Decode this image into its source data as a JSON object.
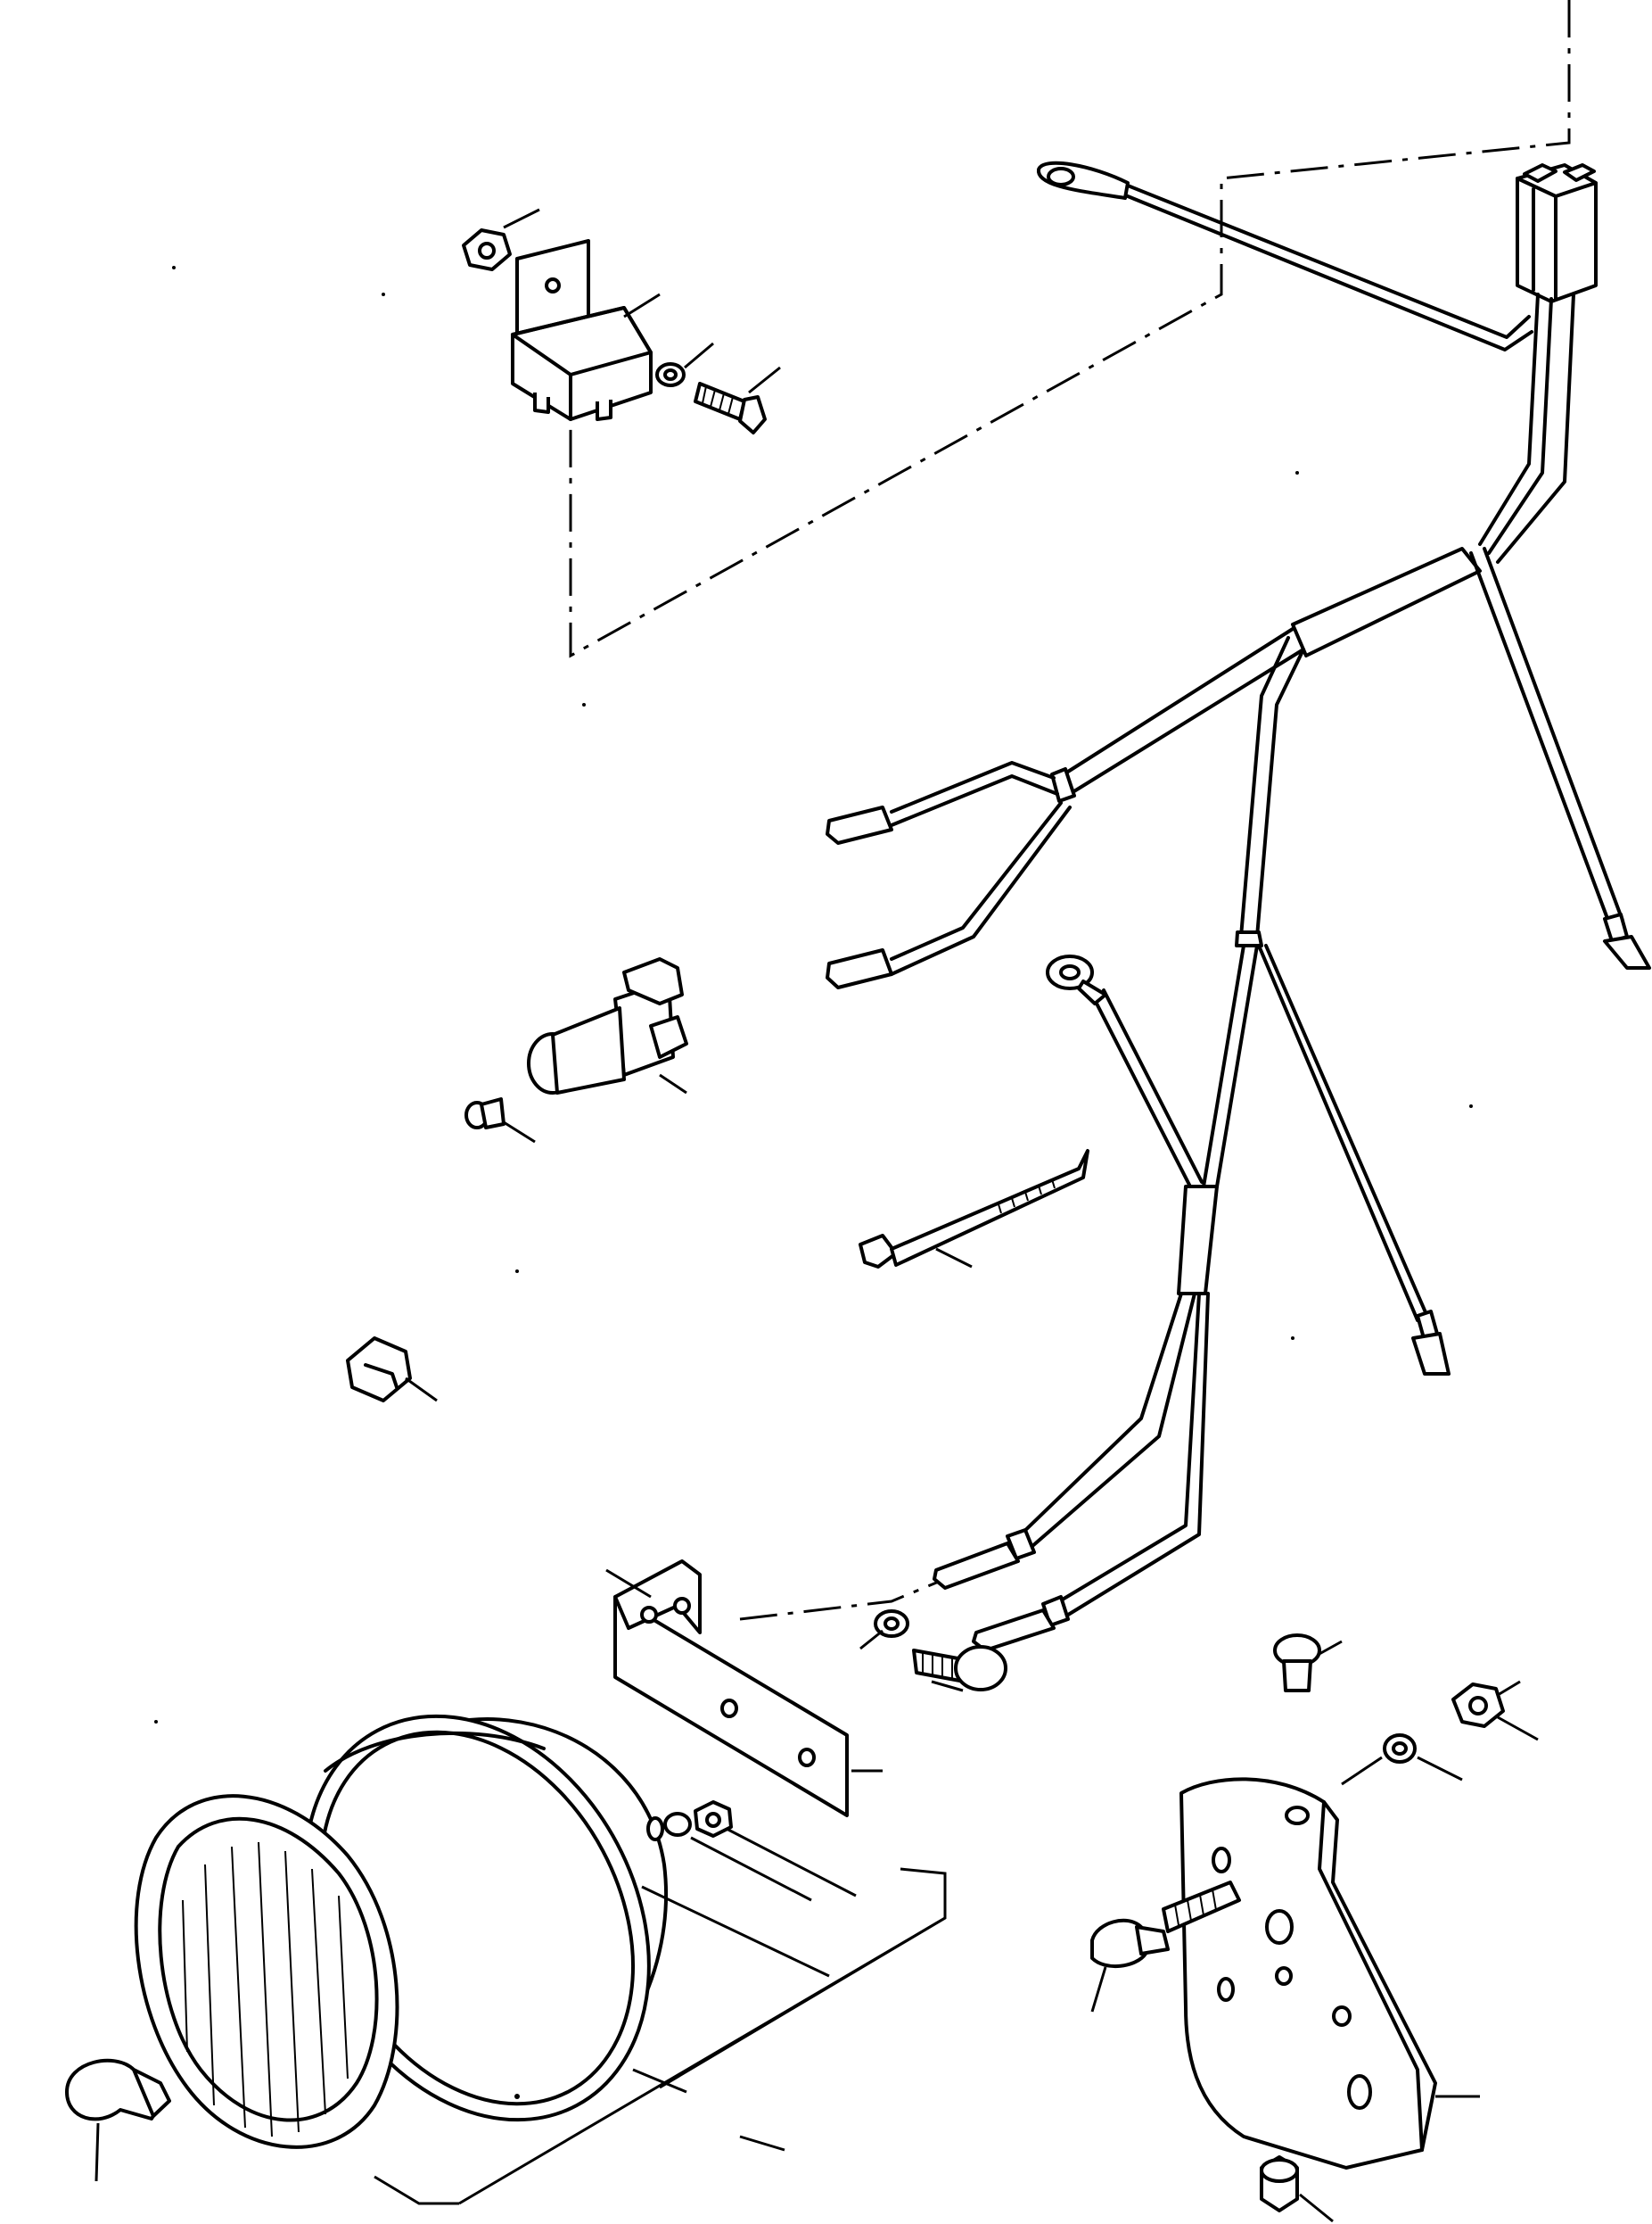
{
  "diagram": {
    "kind": "exploded-parts-view",
    "printed_text": [],
    "colors": {
      "ink": "#000000",
      "paper": "#ffffff"
    },
    "parts": [
      "relay",
      "relay-bracket-nut",
      "relay-mounting-screw",
      "relay-washer",
      "relay-connector-block",
      "wiring-harness",
      "ring-terminal",
      "blade-terminal",
      "indicator-lamp-holder",
      "indicator-bulb",
      "cable-tie",
      "wire-clip",
      "work-lamp-body",
      "lamp-lens",
      "lamp-bulb",
      "lamp-bracket",
      "bracket-bolt",
      "mounting-plate",
      "plate-bolt",
      "plate-nut",
      "plate-washer",
      "rubber-grommet"
    ]
  }
}
